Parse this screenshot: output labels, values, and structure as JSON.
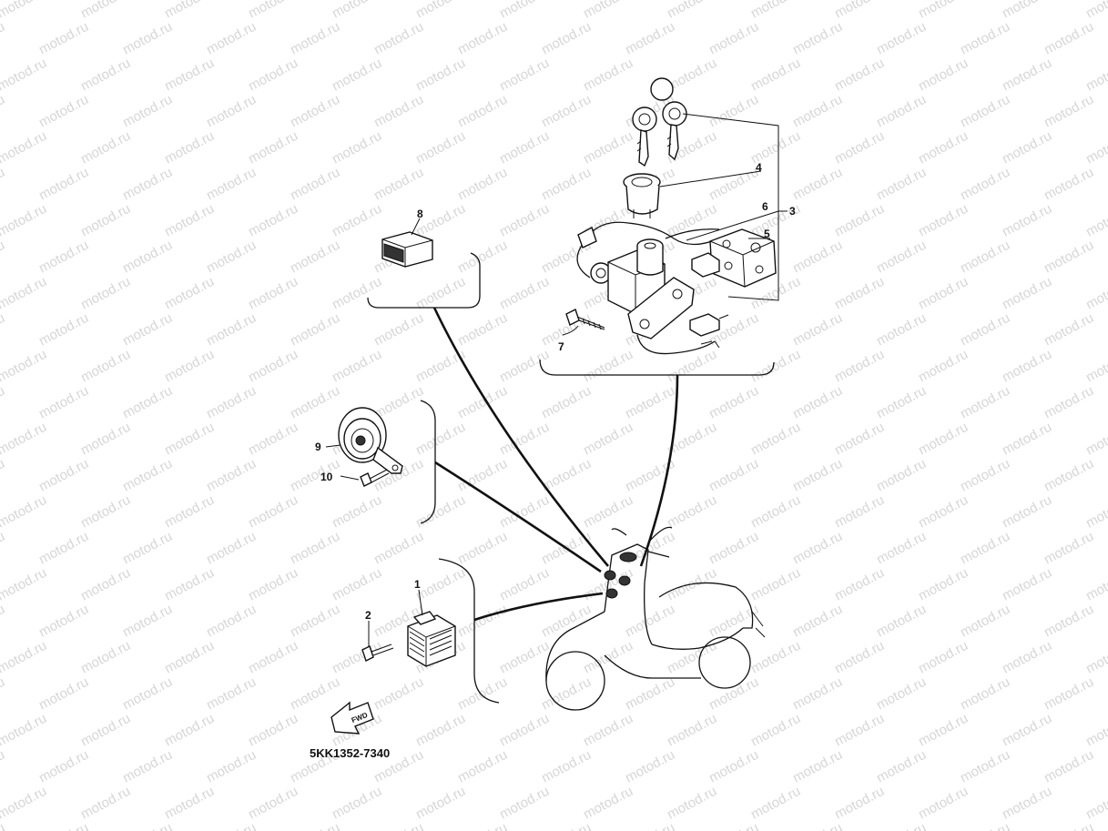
{
  "watermark": {
    "text": "motod.ru"
  },
  "callouts": {
    "c1": "1",
    "c2": "2",
    "c3": "3",
    "c4": "4",
    "c5": "5",
    "c6": "6",
    "c7": "7",
    "c8": "8",
    "c9": "9",
    "c10": "10"
  },
  "fwd_label": "FWD",
  "diagram_code": "5KK1352-7340"
}
